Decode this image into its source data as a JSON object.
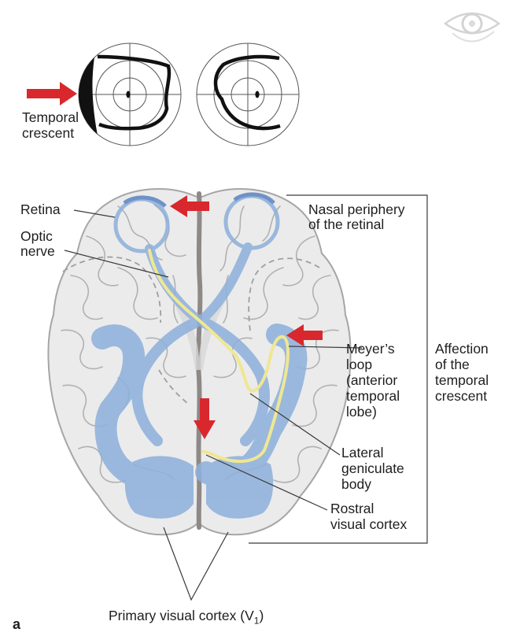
{
  "figure": {
    "panel_letter": "a",
    "colors": {
      "arrow": "#d9272e",
      "brain_fill": "#ebebeb",
      "brain_outline": "#a6a6a6",
      "pathway_blue": "#8fb1dc",
      "tract_yellow": "#efe792",
      "midline": "#8e8987",
      "leader_line": "#3a3a3a"
    },
    "logo": {
      "name": "eye-logo-icon"
    }
  },
  "visual_fields": {
    "label_line1": "Temporal",
    "label_line2": "crescent",
    "left_eye": {
      "name": "left-visual-field",
      "defect": "temporal crescent"
    },
    "right_eye": {
      "name": "right-visual-field",
      "defect": "none"
    }
  },
  "labels": {
    "retina": "Retina",
    "optic_nerve_1": "Optic",
    "optic_nerve_2": "nerve",
    "nasal_1": "Nasal periphery",
    "nasal_2": "of the retinal",
    "meyer_1": "Meyer’s",
    "meyer_2": "loop",
    "meyer_3": "(anterior",
    "meyer_4": "temporal",
    "meyer_5": "lobe)",
    "affection_1": "Affection",
    "affection_2": "of the",
    "affection_3": "temporal",
    "affection_4": "crescent",
    "lgb_1": "Lateral",
    "lgb_2": "geniculate",
    "lgb_3": "body",
    "rostral_1": "Rostral",
    "rostral_2": "visual cortex",
    "primary_prefix": "Primary visual cortex (V",
    "primary_sub": "1",
    "primary_suffix": ")"
  }
}
